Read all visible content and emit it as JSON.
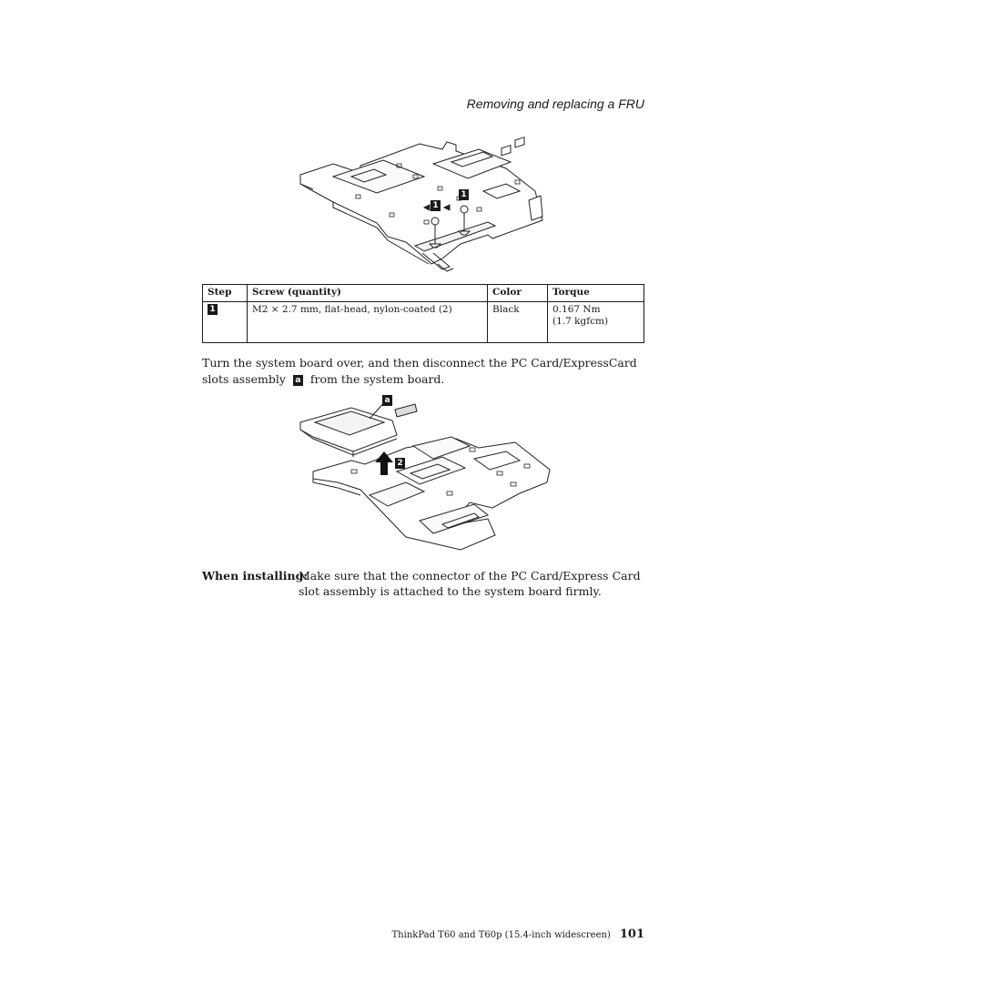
{
  "header": {
    "section_title": "Removing and replacing a FRU"
  },
  "figure1": {
    "callouts": [
      "1",
      "1"
    ]
  },
  "table": {
    "headers": [
      "Step",
      "Screw (quantity)",
      "Color",
      "Torque"
    ],
    "rows": [
      {
        "step": "1",
        "screw": "M2 × 2.7 mm, flat-head, nylon-coated (2)",
        "color": "Black",
        "torque_line1": "0.167 Nm",
        "torque_line2": "(1.7 kgfcm)"
      }
    ]
  },
  "instruction": {
    "part1": "Turn the system board over, and then disconnect the PC Card/ExpressCard slots assembly",
    "callout": "a",
    "part2": "from the system board."
  },
  "figure2": {
    "callouts": [
      "a",
      "2"
    ]
  },
  "when_installing": {
    "label": "When installing:",
    "text": "Make sure that the connector of the PC Card/Express Card slot assembly is attached to the system board firmly."
  },
  "footer": {
    "book_title": "ThinkPad T60 and T60p (15.4-inch widescreen)",
    "page_number": "101"
  }
}
